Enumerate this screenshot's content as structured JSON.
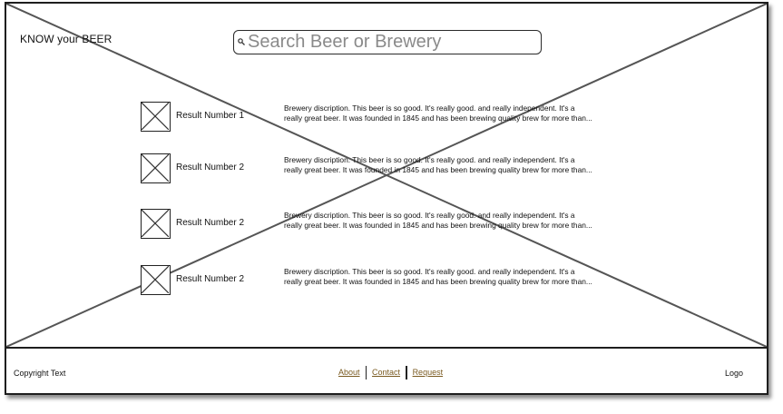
{
  "header": {
    "logo_text": "KNOW your BEER"
  },
  "search": {
    "placeholder": "Search Beer or Brewery",
    "icon": "search-icon"
  },
  "results": [
    {
      "title": "Result Number 1",
      "desc_line1": "Brewery discription. This beer is so good. It's really good. and really independent. It's a",
      "desc_line2": "really great beer. It was founded in 1845 and has been brewing quality brew for more than..."
    },
    {
      "title": "Result Number 2",
      "desc_line1": "Brewery discription. This beer is so good. It's really good. and really independent. It's a",
      "desc_line2": "really great beer. It was founded in 1845 and has been brewing quality brew for more than..."
    },
    {
      "title": "Result Number 2",
      "desc_line1": "Brewery discription. This beer is so good. It's really good. and really independent. It's a",
      "desc_line2": "really great beer. It was founded in 1845 and has been brewing quality brew for more than..."
    },
    {
      "title": "Result Number 2",
      "desc_line1": "Brewery discription. This beer is so good. It's really good. and really independent. It's a",
      "desc_line2": "really great beer. It was founded in 1845 and has been brewing quality brew for more than..."
    }
  ],
  "footer": {
    "copyright": "Copyright Text",
    "links": [
      "About",
      "Contact",
      "Request"
    ],
    "logo": "Logo",
    "link_color": "#7a5a20"
  }
}
